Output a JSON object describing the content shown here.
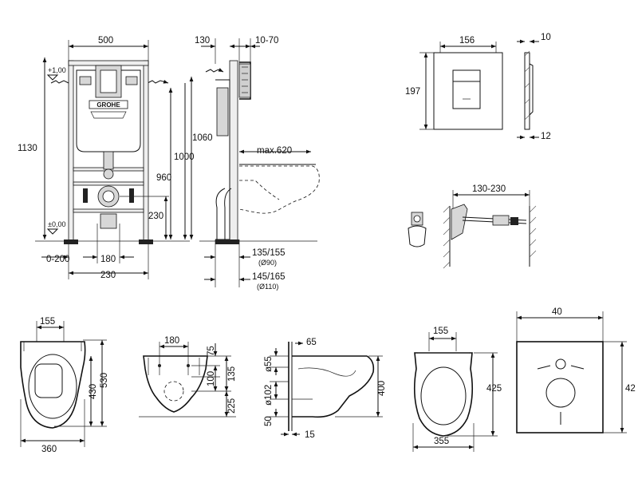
{
  "frame_front": {
    "width_top": "500",
    "height_total": "1130",
    "level_top": "+1,00",
    "level_floor": "±0,00",
    "brand": "GROHE",
    "h_230": "230",
    "w_0_200": "0-200",
    "w_180": "180",
    "w_230": "230"
  },
  "frame_side": {
    "d_130": "130",
    "d_10_70": "10-70",
    "h_1060": "1060",
    "h_1000": "1000",
    "h_960": "960",
    "max_620": "max.620",
    "d_135_155": "135/155",
    "d_90": "(Ø90)",
    "d_145_165": "145/165",
    "d_110": "(Ø110)"
  },
  "button": {
    "w_156": "156",
    "h_197": "197",
    "t_10": "10",
    "t_12": "12"
  },
  "fixing": {
    "range": "130-230"
  },
  "bowl_top": {
    "w_155": "155",
    "h_530": "530",
    "h_430": "430",
    "w_360": "360"
  },
  "bowl_front": {
    "w_180": "180",
    "v_75": "75",
    "v_135": "135",
    "v_100": "100",
    "v_225": "225"
  },
  "bowl_side": {
    "d_65": "65",
    "d_55": "ø55",
    "d_102": "ø102",
    "h_400": "400",
    "h_50": "50",
    "w_15": "15"
  },
  "seat": {
    "w_155": "155",
    "h_425": "425",
    "w_355": "355"
  },
  "mat": {
    "w_40": "40",
    "h_42": "42"
  }
}
